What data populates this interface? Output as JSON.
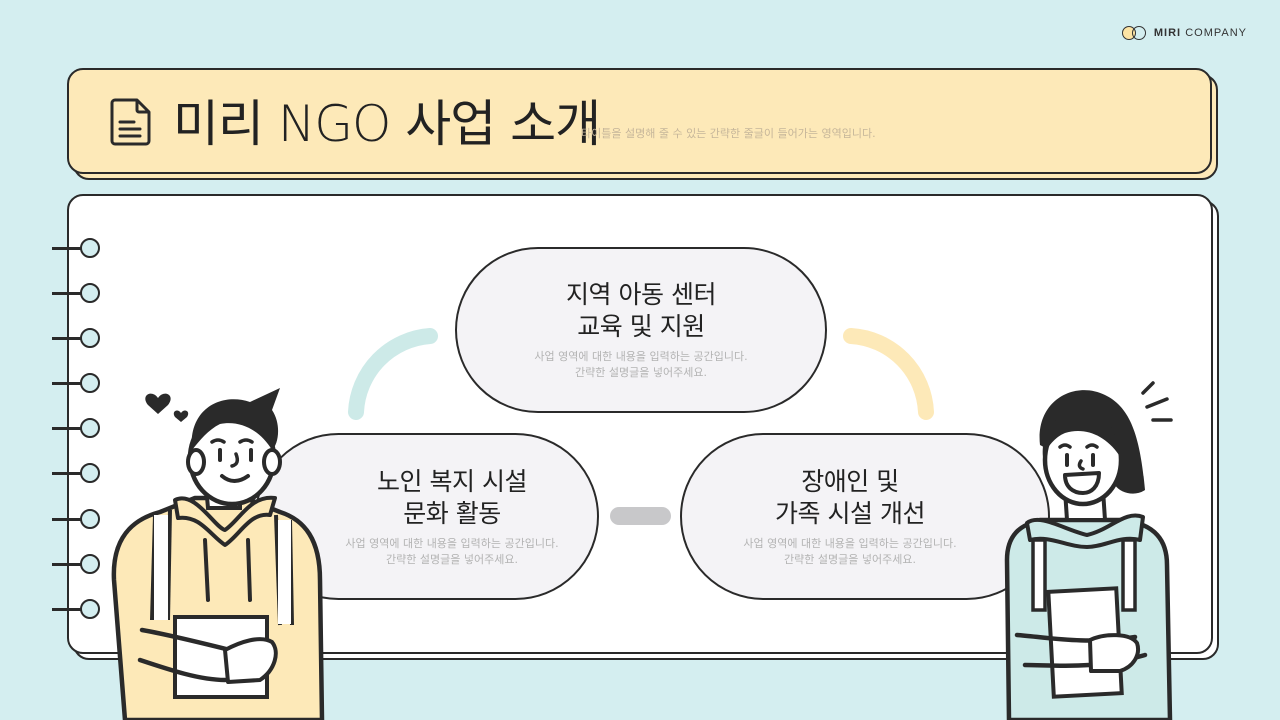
{
  "brand": {
    "logo_bold": "MIRI",
    "logo_light": "COMPANY",
    "colors": {
      "background": "#d4eef0",
      "yellow": "#fde9b8",
      "mint": "#cdeae8",
      "outline": "#2a2a2a",
      "pill": "#f4f3f6"
    }
  },
  "header": {
    "icon": "document-icon",
    "title": "미리 NGO 사업 소개",
    "subtitle": "타이틀을 설명해 줄 수 있는 간략한 줄글이 들어가는 영역입니다."
  },
  "notebook": {
    "ring_count": 9
  },
  "sections": [
    {
      "title_line1": "지역 아동 센터",
      "title_line2": "교육 및 지원",
      "desc_line1": "사업 영역에 대한 내용을 입력하는 공간입니다.",
      "desc_line2": "간략한 설명글을 넣어주세요."
    },
    {
      "title_line1": "노인 복지 시설",
      "title_line2": "문화 활동",
      "desc_line1": "사업 영역에 대한 내용을 입력하는 공간입니다.",
      "desc_line2": "간략한 설명글을 넣어주세요."
    },
    {
      "title_line1": "장애인 및",
      "title_line2": "가족 시설 개선",
      "desc_line1": "사업 영역에 대한 내용을 입력하는 공간입니다.",
      "desc_line2": "간략한 설명글을 넣어주세요."
    }
  ],
  "illustrations": {
    "left": "student-boy-yellow-hoodie-with-hearts",
    "right": "student-girl-mint-hoodie-excited"
  }
}
